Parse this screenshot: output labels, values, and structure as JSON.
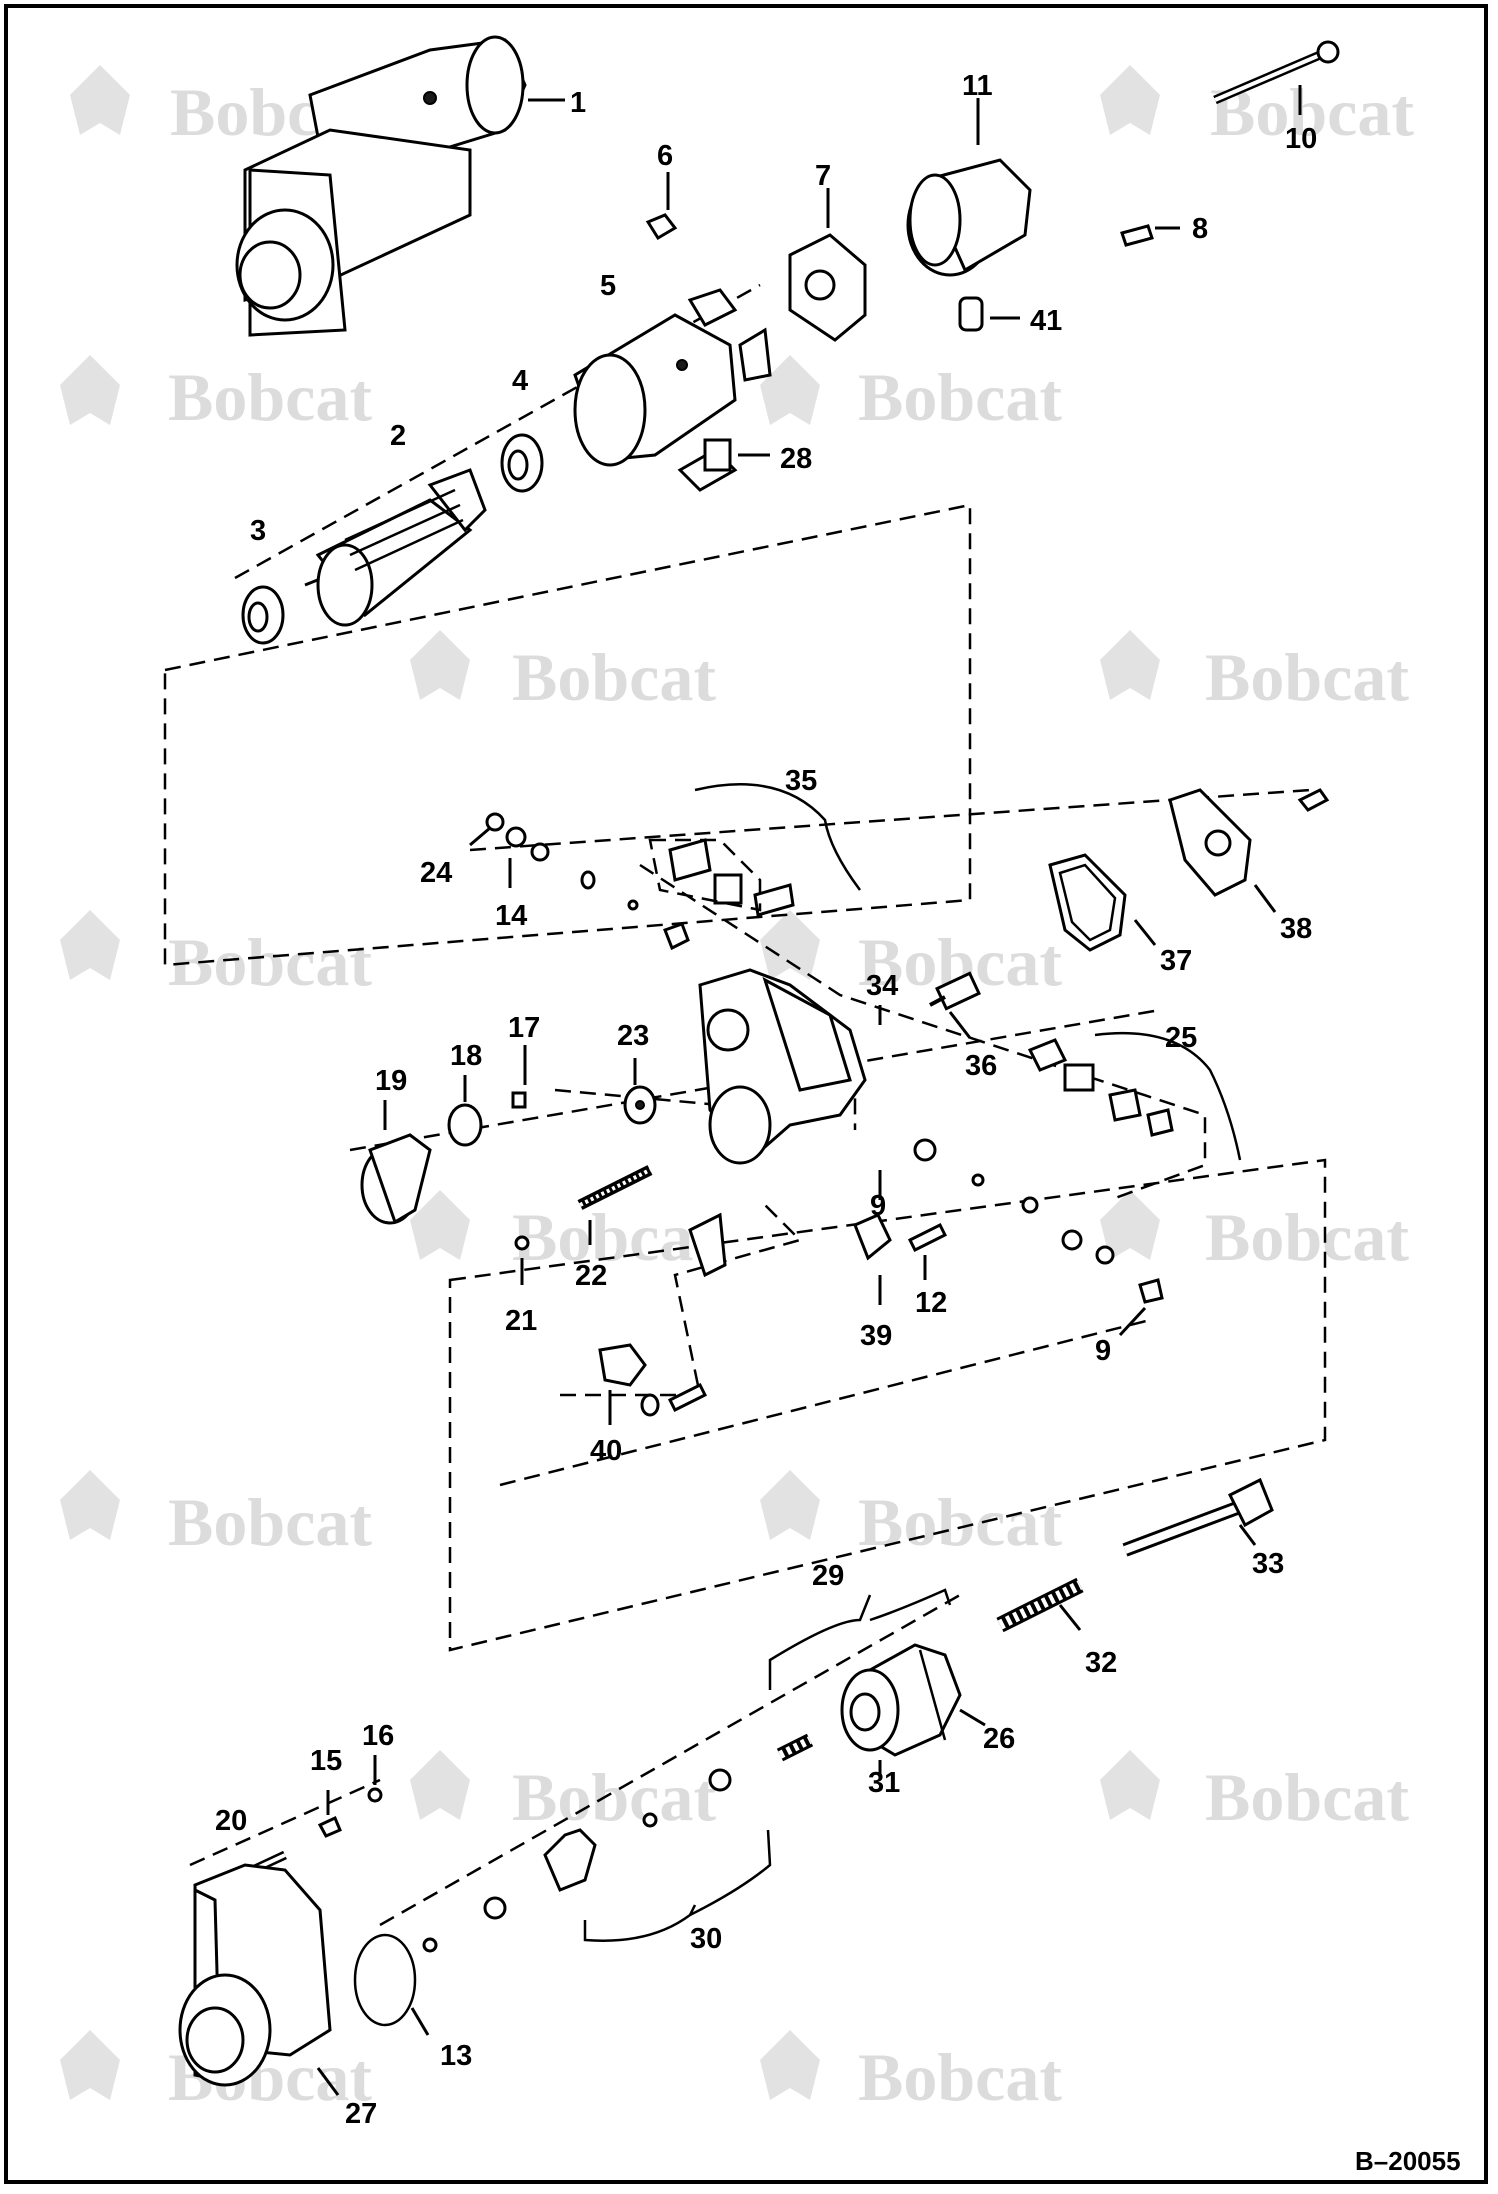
{
  "watermark": {
    "brand": "Bobcat"
  },
  "diagram_code": "B–20055",
  "callouts": [
    {
      "id": "p1",
      "text": "1"
    },
    {
      "id": "p2",
      "text": "2"
    },
    {
      "id": "p3",
      "text": "3"
    },
    {
      "id": "p4",
      "text": "4"
    },
    {
      "id": "p5",
      "text": "5"
    },
    {
      "id": "p6",
      "text": "6"
    },
    {
      "id": "p7",
      "text": "7"
    },
    {
      "id": "p8",
      "text": "8"
    },
    {
      "id": "p9a",
      "text": "9"
    },
    {
      "id": "p9b",
      "text": "9"
    },
    {
      "id": "p10",
      "text": "10"
    },
    {
      "id": "p11",
      "text": "11"
    },
    {
      "id": "p12",
      "text": "12"
    },
    {
      "id": "p13",
      "text": "13"
    },
    {
      "id": "p14",
      "text": "14"
    },
    {
      "id": "p15",
      "text": "15"
    },
    {
      "id": "p16",
      "text": "16"
    },
    {
      "id": "p17",
      "text": "17"
    },
    {
      "id": "p18",
      "text": "18"
    },
    {
      "id": "p19",
      "text": "19"
    },
    {
      "id": "p20",
      "text": "20"
    },
    {
      "id": "p21",
      "text": "21"
    },
    {
      "id": "p22",
      "text": "22"
    },
    {
      "id": "p23",
      "text": "23"
    },
    {
      "id": "p24",
      "text": "24"
    },
    {
      "id": "p25",
      "text": "25"
    },
    {
      "id": "p26",
      "text": "26"
    },
    {
      "id": "p27",
      "text": "27"
    },
    {
      "id": "p28",
      "text": "28"
    },
    {
      "id": "p29",
      "text": "29"
    },
    {
      "id": "p30",
      "text": "30"
    },
    {
      "id": "p31",
      "text": "31"
    },
    {
      "id": "p32",
      "text": "32"
    },
    {
      "id": "p33",
      "text": "33"
    },
    {
      "id": "p34",
      "text": "34"
    },
    {
      "id": "p35",
      "text": "35"
    },
    {
      "id": "p36",
      "text": "36"
    },
    {
      "id": "p37",
      "text": "37"
    },
    {
      "id": "p38",
      "text": "38"
    },
    {
      "id": "p39",
      "text": "39"
    },
    {
      "id": "p40",
      "text": "40"
    },
    {
      "id": "p41",
      "text": "41"
    }
  ]
}
